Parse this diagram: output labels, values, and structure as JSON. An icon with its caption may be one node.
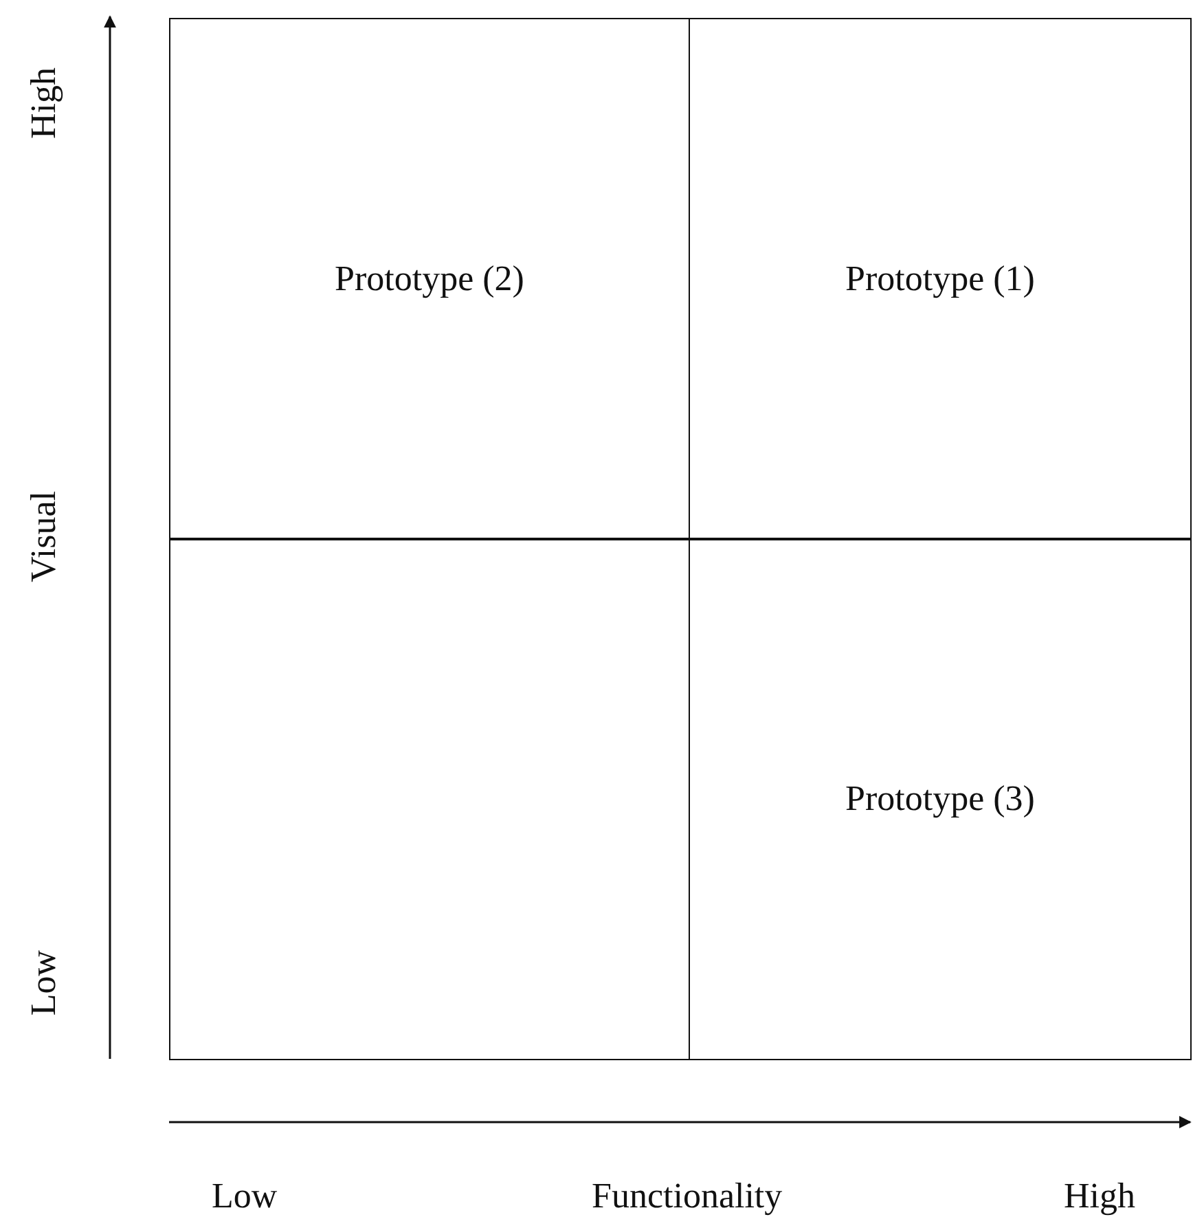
{
  "diagram": {
    "nodes": [
      {
        "text": [
          "Prototype (2)"
        ]
      },
      {
        "text": [
          "Prototype (1)"
        ]
      },
      {
        "text": [],
        "shape": "box"
      },
      {
        "text": [
          "Prototype (3)"
        ]
      }
    ],
    "edges": [],
    "labels": [
      "High",
      "Visual",
      "Low",
      "Low",
      "Functionality",
      "High"
    ]
  }
}
